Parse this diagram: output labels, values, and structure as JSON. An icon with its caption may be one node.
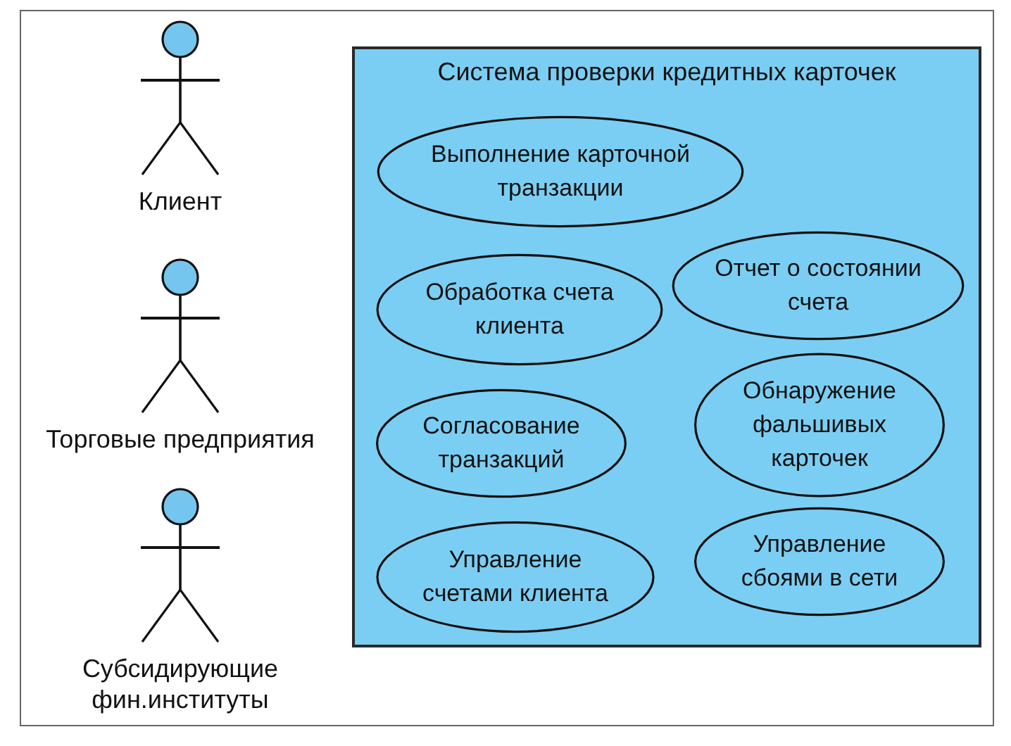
{
  "diagram": {
    "nodes": [
      {
        "text": [
          "Клиент"
        ]
      },
      {
        "text": [
          "Торговые предприятия"
        ]
      },
      {
        "text": [
          "Субсидирующие фин.институты"
        ]
      },
      {
        "text": [
          "Система проверки кредитных карточек"
        ]
      },
      {
        "text": [
          "Выполнение карточной транзакции"
        ],
        "in": 3
      },
      {
        "text": [
          "Отчет о состоянии счета"
        ],
        "in": 3
      },
      {
        "text": [
          "Обработка счета клиента"
        ],
        "in": 3
      },
      {
        "text": [
          "Обнаружение фальшивых карточек"
        ],
        "in": 3
      },
      {
        "text": [
          "Согласование транзакций"
        ],
        "in": 3
      },
      {
        "text": [
          "Управление сбоями в сети"
        ],
        "in": 3
      },
      {
        "text": [
          "Управление счетами клиента"
        ],
        "in": 3
      }
    ]
  }
}
